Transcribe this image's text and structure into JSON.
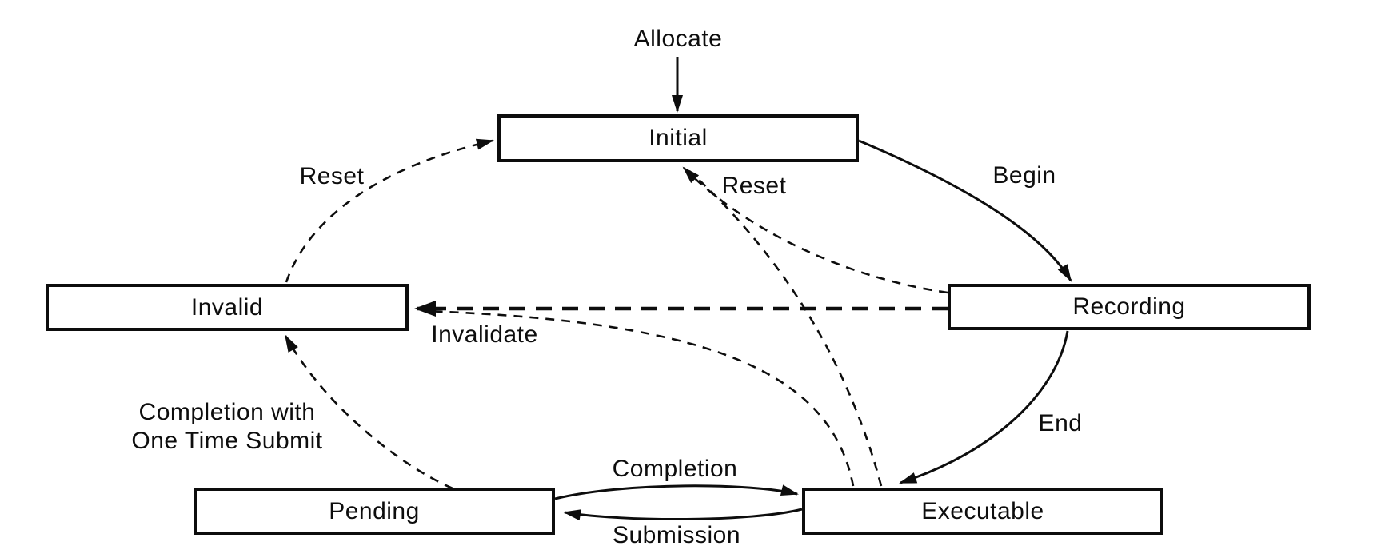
{
  "diagram": {
    "type": "state-transition-diagram",
    "colors": {
      "background": "#ffffff",
      "line": "#0d0d0d",
      "text": "#0d0d0d",
      "node_fill": "#ffffff"
    },
    "nodes": [
      {
        "id": "initial",
        "label": "Initial"
      },
      {
        "id": "recording",
        "label": "Recording"
      },
      {
        "id": "invalid",
        "label": "Invalid"
      },
      {
        "id": "pending",
        "label": "Pending"
      },
      {
        "id": "executable",
        "label": "Executable"
      }
    ],
    "edges": [
      {
        "label": "Allocate",
        "from": "start",
        "to": "Initial",
        "style": "solid"
      },
      {
        "label": "Begin",
        "from": "Initial",
        "to": "Recording",
        "style": "solid"
      },
      {
        "label": "End",
        "from": "Recording",
        "to": "Executable",
        "style": "solid"
      },
      {
        "label": "Completion",
        "from": "Pending",
        "to": "Executable",
        "style": "solid"
      },
      {
        "label": "Submission",
        "from": "Executable",
        "to": "Pending",
        "style": "solid"
      },
      {
        "label": "Reset",
        "from": "Invalid",
        "to": "Initial",
        "style": "dashed"
      },
      {
        "label": "Reset",
        "from": "Recording",
        "to": "Initial",
        "style": "dashed"
      },
      {
        "label": "",
        "from": "Executable",
        "to": "Initial",
        "style": "dashed"
      },
      {
        "label": "Invalidate",
        "from": "Recording",
        "to": "Invalid",
        "style": "bold-dashed"
      },
      {
        "label": "",
        "from": "Executable",
        "to": "Invalid",
        "style": "dashed"
      },
      {
        "label": "Completion with\nOne Time Submit",
        "from": "Pending",
        "to": "Invalid",
        "style": "dashed"
      }
    ]
  }
}
